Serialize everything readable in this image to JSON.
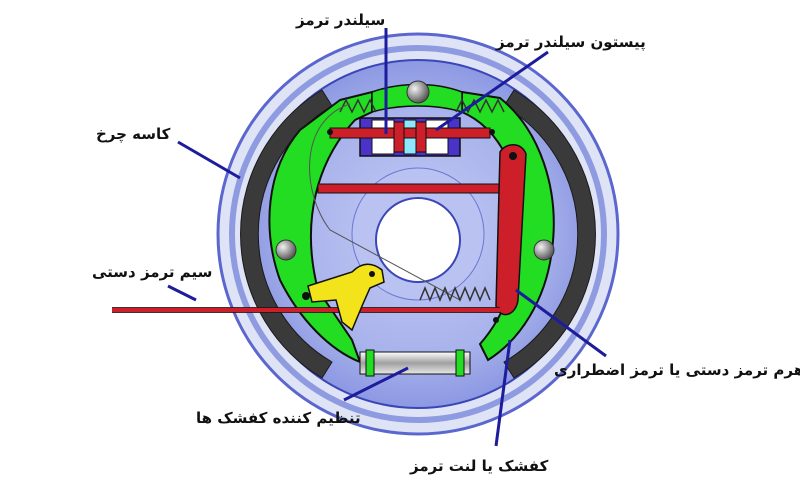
{
  "labels": {
    "cylinder": "سیلندر ترمز",
    "piston": "پیستون سیلندر ترمز",
    "drum": "کاسه چرخ",
    "cable": "سیم ترمز دستی",
    "lever": "اهرم ترمز دستی یا ترمز اضطراری",
    "adjuster": "تنظیم کننده کفشک ها",
    "shoe": "کفشک یا لنت ترمز"
  },
  "colors": {
    "drum_outer": "#d8ddf3",
    "drum_rim": "#9aa6e3",
    "drum_inner": "#7a86dc",
    "lining": "#3c3c3c",
    "shoe": "#22dd22",
    "backplate": "#aeb8ef",
    "red_parts": "#cc1f2a",
    "cylinder_body": "#4a33c8",
    "yellow_link": "#f2e31a",
    "leader_line": "#1c1c9c",
    "hub": "#ffffff"
  }
}
